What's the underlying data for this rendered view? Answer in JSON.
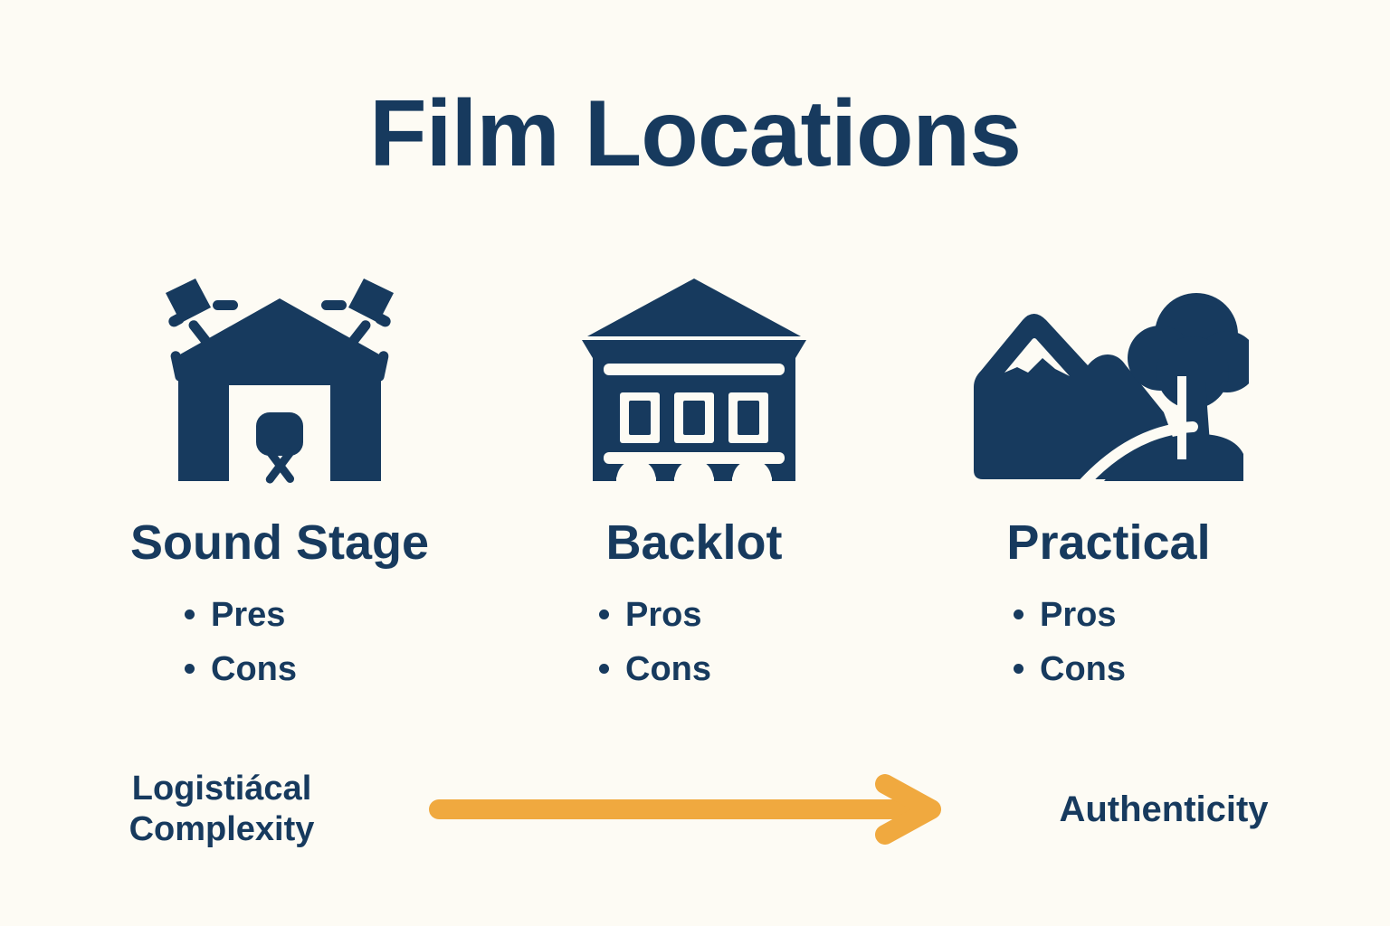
{
  "page": {
    "title": "Film Locations",
    "background_color": "#FDFBF4",
    "navy_color": "#173A5E",
    "accent_color": "#F0A93F"
  },
  "columns": [
    {
      "icon": "sound-stage-icon",
      "title": "Sound Stage",
      "bullets": [
        "Pres",
        "Cons"
      ]
    },
    {
      "icon": "backlot-building-icon",
      "title": "Backlot",
      "bullets": [
        "Pros",
        "Cons"
      ]
    },
    {
      "icon": "practical-landscape-icon",
      "title": "Practical",
      "bullets": [
        "Pros",
        "Cons"
      ]
    }
  ],
  "spectrum": {
    "left_line1": "Logistiácal",
    "left_line2": "Complexity",
    "arrow": "right-arrow-icon",
    "right_label": "Authenticity"
  }
}
